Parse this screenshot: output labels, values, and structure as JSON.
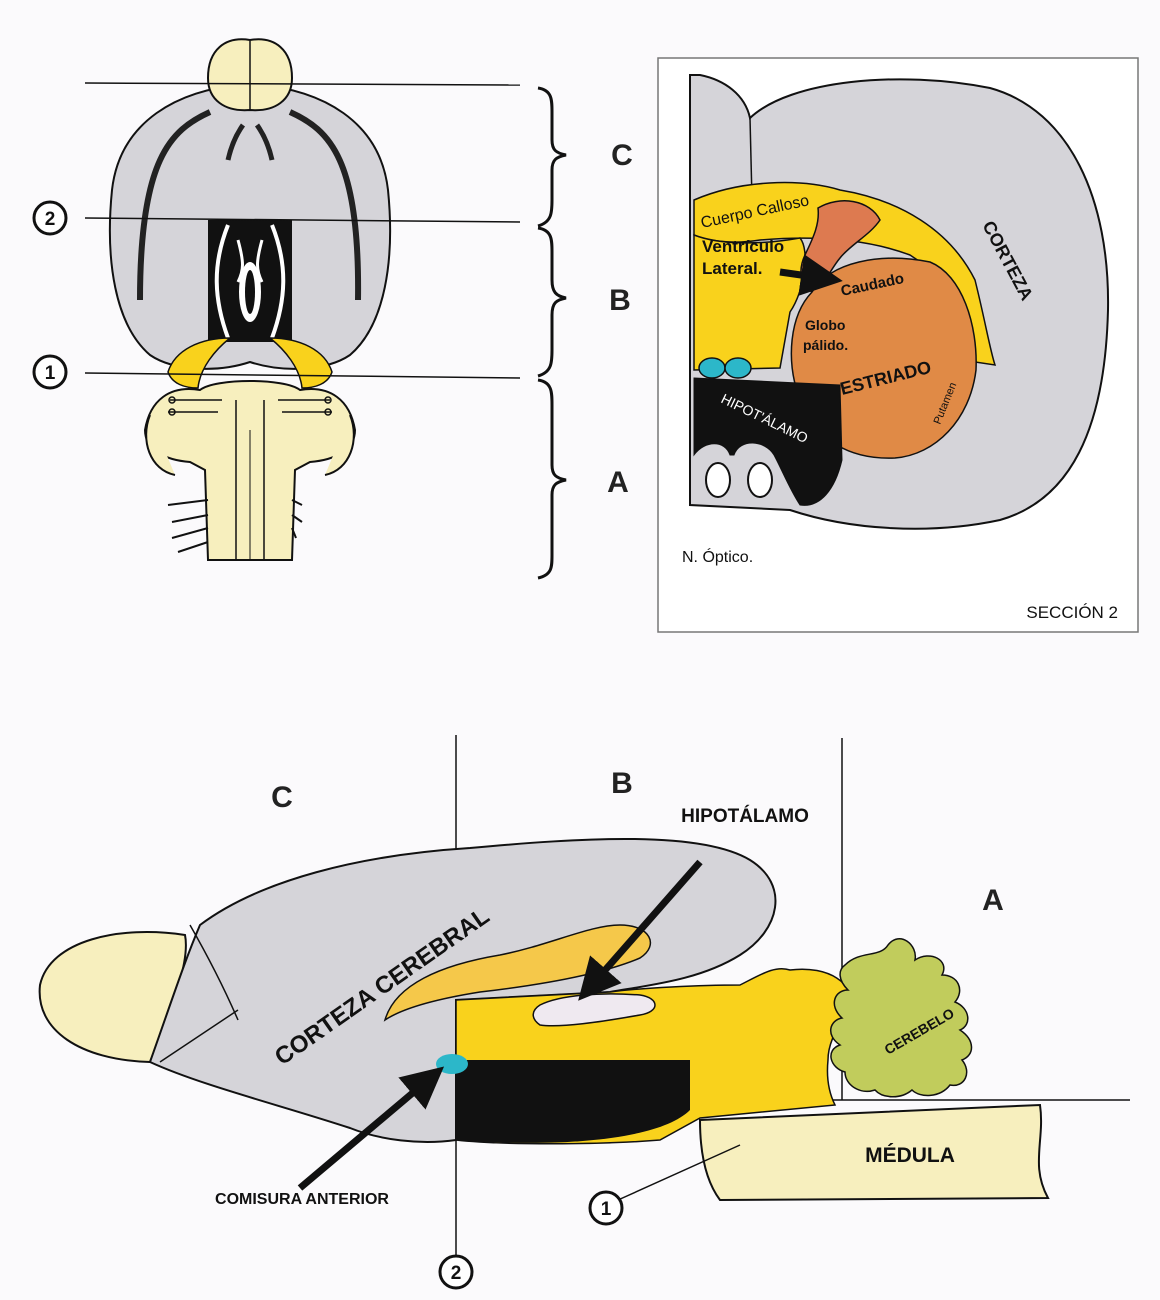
{
  "top_left": {
    "markers": {
      "two": "2",
      "one": "1"
    },
    "regions": {
      "c": "C",
      "b": "B",
      "a": "A"
    }
  },
  "section": {
    "labels": {
      "cuerpo_calloso": "Cuerpo Calloso",
      "ventriculo_1": "Ventrículo",
      "ventriculo_2": "Lateral.",
      "caudado": "Caudado",
      "globo_1": "Globo",
      "globo_2": "pálido.",
      "estriado": "ESTRIADO",
      "putamen": "Putamen",
      "corteza": "CORTEZA",
      "hipotalamo": "HIPOT'ÁLAMO",
      "optico": "N. Óptico.",
      "seccion": "SECCIÓN 2"
    }
  },
  "sagittal": {
    "regions": {
      "c": "C",
      "b": "B",
      "a": "A"
    },
    "labels": {
      "hipotalamo": "HIPOTÁLAMO",
      "corteza_cerebral": "CORTEZA CEREBRAL",
      "cerebelo": "CEREBELO",
      "medula": "MÉDULA",
      "comisura": "COMISURA ANTERIOR"
    },
    "markers": {
      "one": "1",
      "two": "2"
    }
  },
  "colors": {
    "gray": "#d5d4d9",
    "cream": "#f7efbe",
    "yellow": "#f9d21c",
    "orange": "#e08a46",
    "olive": "#c1cc5c",
    "cyan": "#2cb7c9"
  }
}
